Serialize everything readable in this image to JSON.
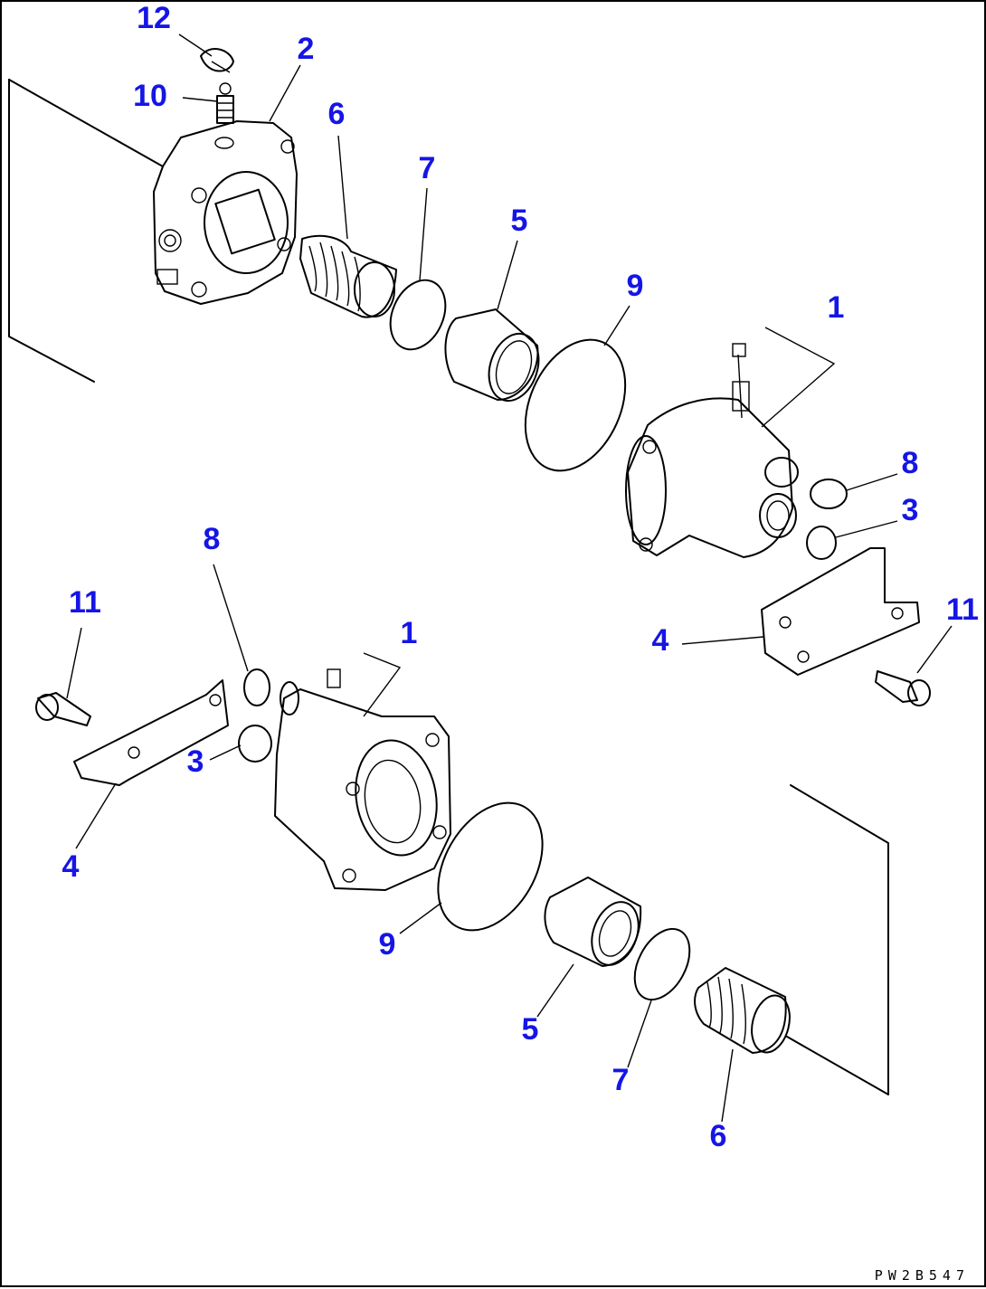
{
  "drawing_code": "PW2B547",
  "colors": {
    "label": "#1515e6",
    "line": "#000000"
  },
  "callouts": [
    {
      "id": "c12",
      "text": "12"
    },
    {
      "id": "c2a",
      "text": "2"
    },
    {
      "id": "c10",
      "text": "10"
    },
    {
      "id": "c6a",
      "text": "6"
    },
    {
      "id": "c7a",
      "text": "7"
    },
    {
      "id": "c5a",
      "text": "5"
    },
    {
      "id": "c9a",
      "text": "9"
    },
    {
      "id": "c1a",
      "text": "1"
    },
    {
      "id": "c8a",
      "text": "8"
    },
    {
      "id": "c3a",
      "text": "3"
    },
    {
      "id": "c11a",
      "text": "11"
    },
    {
      "id": "c4a",
      "text": "4"
    },
    {
      "id": "c8b",
      "text": "8"
    },
    {
      "id": "c11b",
      "text": "11"
    },
    {
      "id": "c1b",
      "text": "1"
    },
    {
      "id": "c3b",
      "text": "3"
    },
    {
      "id": "c4b",
      "text": "4"
    },
    {
      "id": "c9b",
      "text": "9"
    },
    {
      "id": "c5b",
      "text": "5"
    },
    {
      "id": "c7b",
      "text": "7"
    },
    {
      "id": "c6b",
      "text": "6"
    }
  ]
}
